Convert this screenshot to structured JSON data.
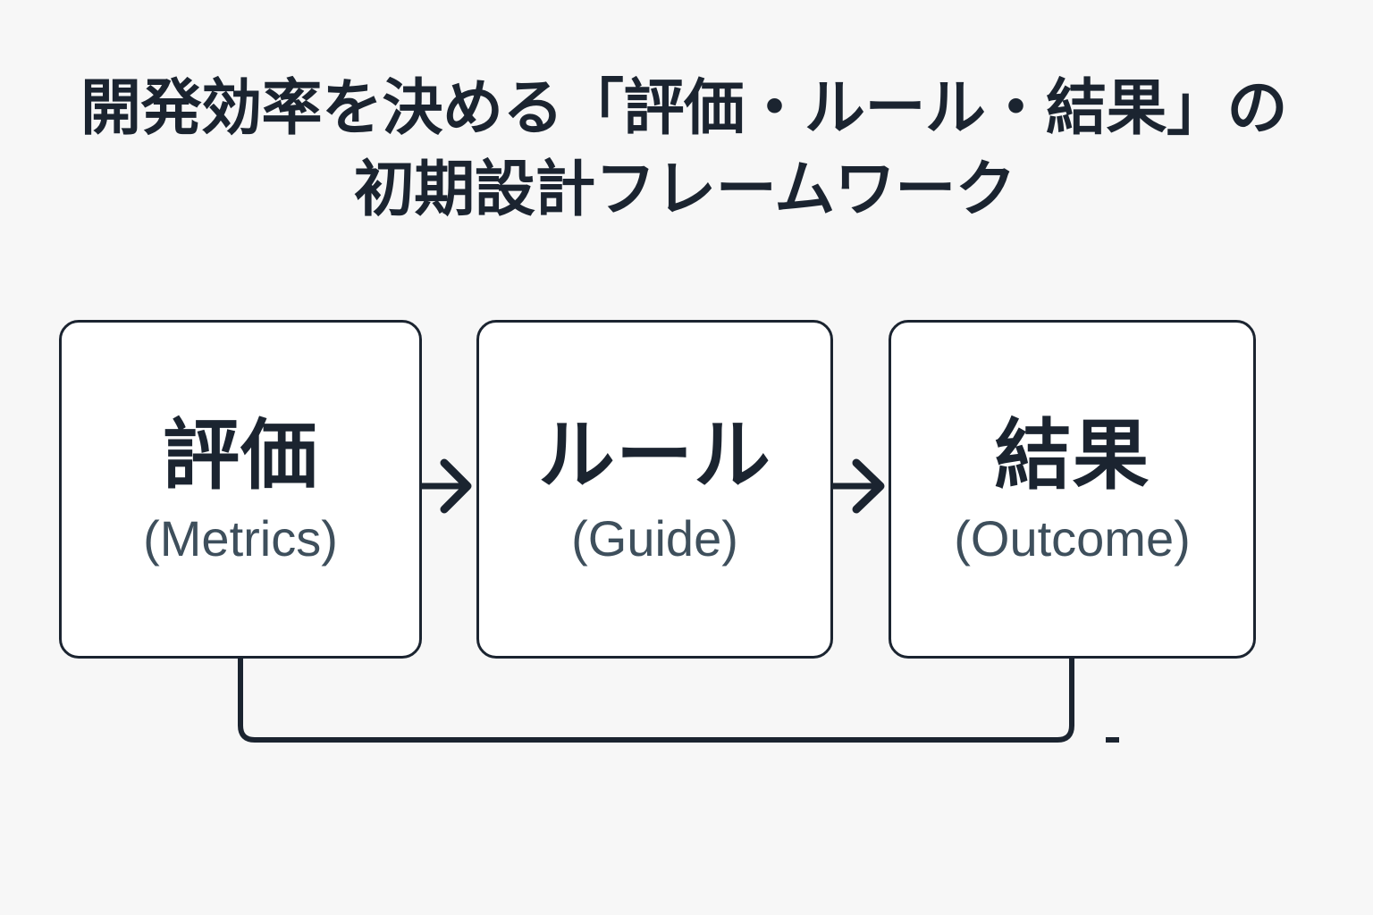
{
  "page": {
    "background_color": "#f7f7f7",
    "ink_color": "#1b2430",
    "subtitle_color": "#3e4f5c",
    "box_fill_color": "#ffffff"
  },
  "title": {
    "full": "開発効率を決める「評価・ルール・結果」の初期設計フレームワーク",
    "line1": "開発効率を決める「評価・ルール・結果」の",
    "line2": "初期設計フレームワーク"
  },
  "diagram": {
    "type": "flow",
    "orientation": "left-to-right",
    "nodes": [
      {
        "id": "metrics",
        "jp": "評価",
        "en": "(Metrics)"
      },
      {
        "id": "guide",
        "jp": "ルール",
        "en": "(Guide)"
      },
      {
        "id": "outcome",
        "jp": "結果",
        "en": "(Outcome)"
      }
    ],
    "connectors": [
      {
        "id": "arrow-1",
        "from": "metrics",
        "to": "guide",
        "style": "arrow",
        "label": ""
      },
      {
        "id": "arrow-2",
        "from": "guide",
        "to": "outcome",
        "style": "arrow",
        "label": ""
      },
      {
        "id": "feedback-loop",
        "from": "outcome",
        "to": "metrics",
        "style": "elbow-line",
        "label": ""
      }
    ],
    "marks": [
      {
        "id": "stray-dash",
        "glyph": "-"
      }
    ]
  }
}
